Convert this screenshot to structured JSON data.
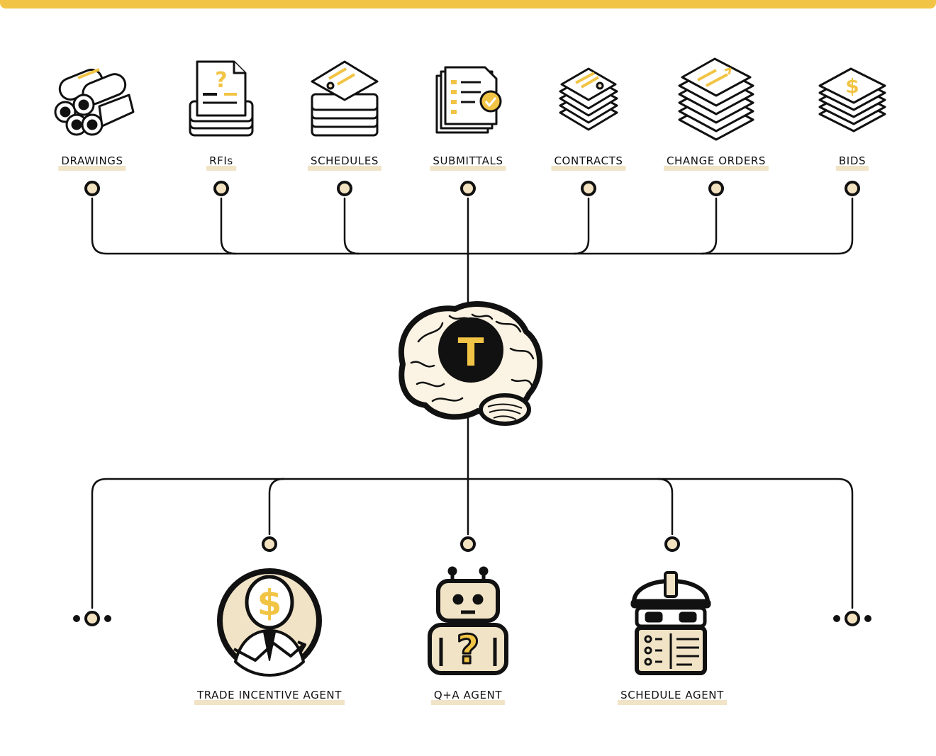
{
  "colors": {
    "accent": "#f2c445",
    "highlight": "#f1e3c6",
    "ink": "#111111",
    "node_fill": "#f3e2bf",
    "paper": "#ffffff"
  },
  "sources": [
    {
      "label": "DRAWINGS",
      "icon": "rolled-drawings-icon"
    },
    {
      "label": "RFIs",
      "icon": "rfi-question-document-stack-icon"
    },
    {
      "label": "SCHEDULES",
      "icon": "schedule-document-stack-icon"
    },
    {
      "label": "SUBMITTALS",
      "icon": "submittal-checked-document-icon"
    },
    {
      "label": "CONTRACTS",
      "icon": "contract-document-stack-icon"
    },
    {
      "label": "CHANGE ORDERS",
      "icon": "change-order-document-stack-icon"
    },
    {
      "label": "BIDS",
      "icon": "bid-dollar-folder-stack-icon"
    }
  ],
  "hub": {
    "icon": "brain-icon",
    "logo_letter": "T"
  },
  "agents": [
    {
      "label": "TRADE INCENTIVE AGENT",
      "icon": "trade-incentive-agent-icon"
    },
    {
      "label": "Q+A AGENT",
      "icon": "robot-question-agent-icon"
    },
    {
      "label": "SCHEDULE AGENT",
      "icon": "hardhat-schedule-agent-icon"
    }
  ],
  "more_indicators": [
    "ellipsis-more-left-icon",
    "ellipsis-more-right-icon"
  ]
}
